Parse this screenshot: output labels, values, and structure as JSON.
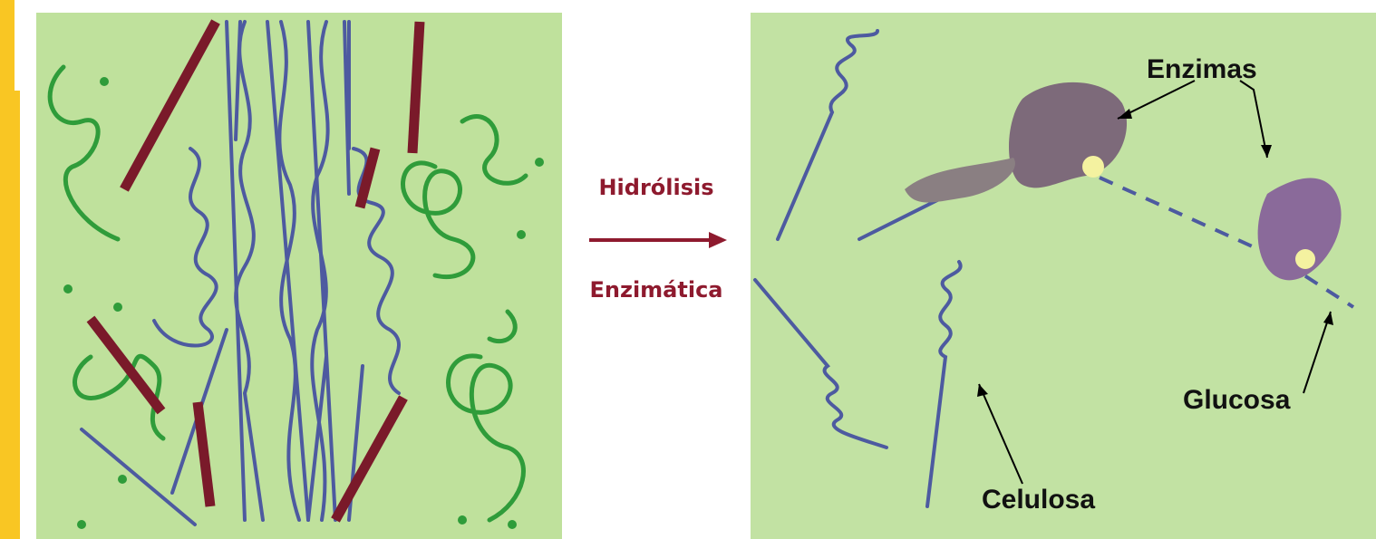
{
  "process": {
    "line1": "Hidrólisis",
    "line2": "Enzimática",
    "color": "#8e1a2e"
  },
  "labels": {
    "enzimas": "Enzimas",
    "glucosa": "Glucosa",
    "celulosa": "Celulosa"
  },
  "colors": {
    "accent": "#f9c623",
    "panel_background": "#bfe19c",
    "cellulose": "#4d5aa0",
    "lignin": "#7a1a2a",
    "hemicellulose": "#2f9c3a",
    "enzyme": "#7d6a7a"
  }
}
